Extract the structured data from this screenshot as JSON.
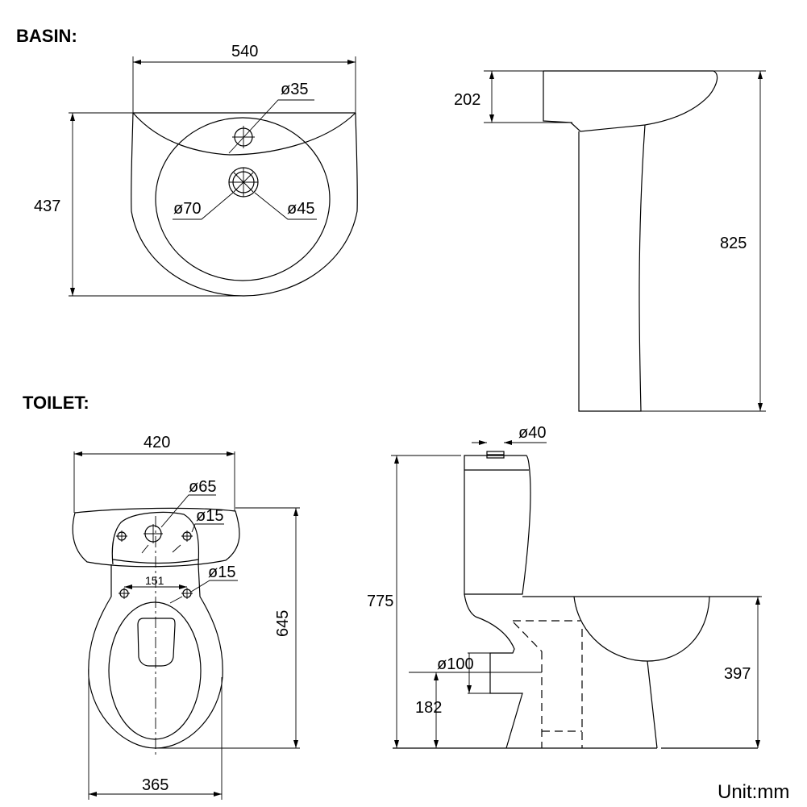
{
  "basin": {
    "title": "BASIN:",
    "width": "540",
    "depth": "437",
    "tap_hole": "ø35",
    "waste_outer": "ø70",
    "waste_inner": "ø45",
    "bowl_height": "202",
    "total_height": "825"
  },
  "toilet": {
    "title": "TOILET:",
    "tank_width": "420",
    "flush_hole": "ø65",
    "tank_fix_hole": "ø15",
    "seat_fix_hole": "ø15",
    "seat_hole_spacing": "151",
    "length": "645",
    "bowl_width": "365",
    "button": "ø40",
    "total_height": "775",
    "outlet": "ø100",
    "outlet_height": "182",
    "seat_height": "397"
  },
  "unit_label": "Unit:mm"
}
